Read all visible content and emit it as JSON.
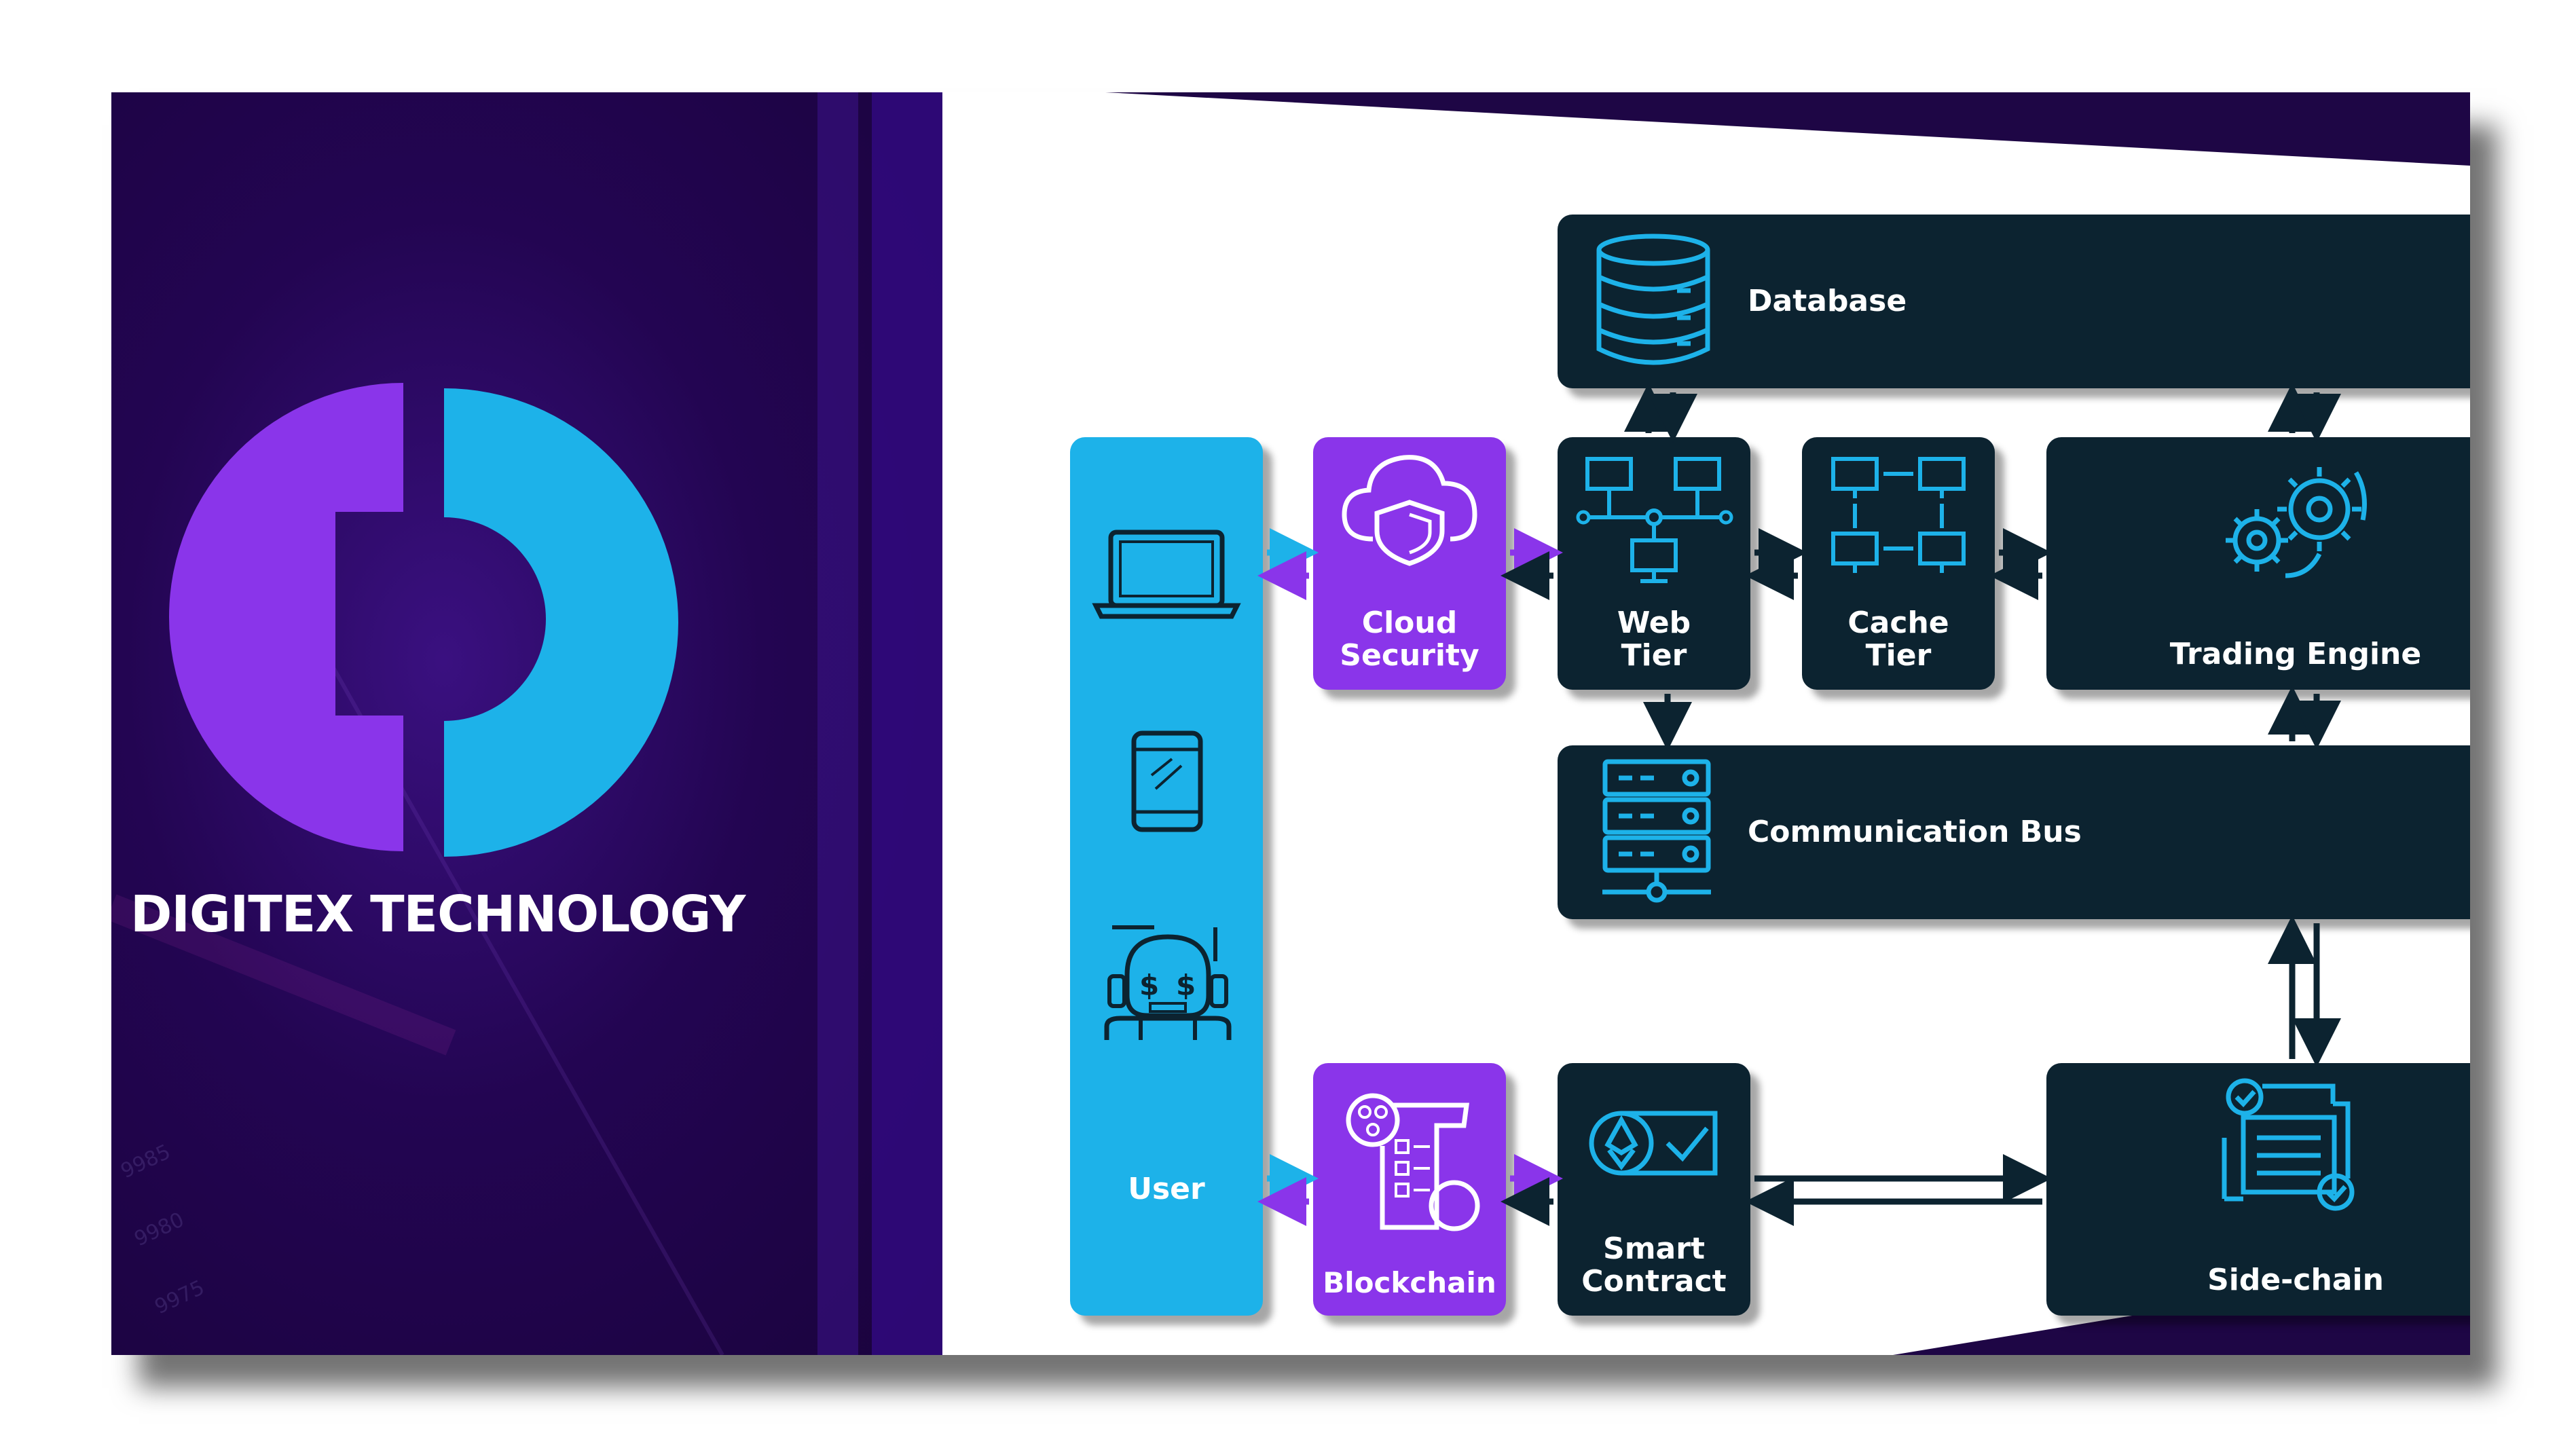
{
  "brand": {
    "name": "DIGITEX TECHNOLOGY",
    "colors": {
      "purple": "#8a35ea",
      "cyan": "#1db2e9",
      "dark": "#0c2330",
      "background": "#230552"
    }
  },
  "diagram": {
    "nodes": {
      "user": {
        "label": "User",
        "icons": [
          "laptop-icon",
          "tablet-icon",
          "trader-bot-icon"
        ]
      },
      "cloud_security": {
        "label": "Cloud\nSecurity",
        "icon": "cloud-shield-icon"
      },
      "blockchain": {
        "label": "Blockchain",
        "icon": "blockchain-ledger-icon"
      },
      "web_tier": {
        "label": "Web\nTier",
        "icon": "network-nodes-icon"
      },
      "cache_tier": {
        "label": "Cache\nTier",
        "icon": "cache-grid-icon"
      },
      "trading_engine": {
        "label": "Trading Engine",
        "icon": "gears-icon"
      },
      "database": {
        "label": "Database",
        "icon": "database-icon"
      },
      "communication_bus": {
        "label": "Communication Bus",
        "icon": "server-rack-icon"
      },
      "smart_contract": {
        "label": "Smart\nContract",
        "icon": "ethereum-check-icon"
      },
      "side_chain": {
        "label": "Side-chain",
        "icon": "side-chain-docs-icon"
      }
    },
    "connections": [
      [
        "user",
        "cloud_security"
      ],
      [
        "cloud_security",
        "web_tier"
      ],
      [
        "web_tier",
        "cache_tier"
      ],
      [
        "cache_tier",
        "trading_engine"
      ],
      [
        "web_tier",
        "database"
      ],
      [
        "web_tier",
        "communication_bus"
      ],
      [
        "trading_engine",
        "database"
      ],
      [
        "trading_engine",
        "communication_bus"
      ],
      [
        "communication_bus",
        "side_chain"
      ],
      [
        "user",
        "blockchain"
      ],
      [
        "blockchain",
        "smart_contract"
      ],
      [
        "smart_contract",
        "side_chain"
      ]
    ]
  }
}
